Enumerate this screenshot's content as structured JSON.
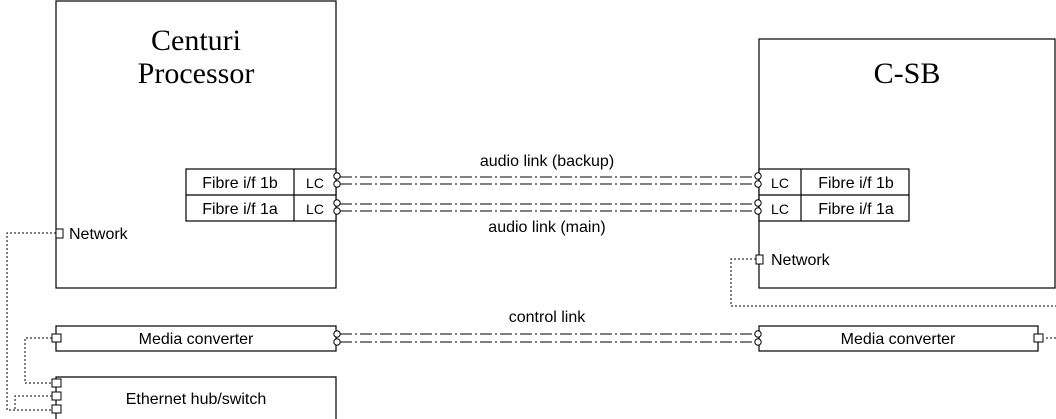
{
  "devices": {
    "centuri": {
      "title_line1": "Centuri",
      "title_line2": "Processor"
    },
    "csb": {
      "title": "C-SB"
    }
  },
  "fibre_interfaces": {
    "left_1b": {
      "name": "Fibre i/f 1b",
      "connector": "LC"
    },
    "left_1a": {
      "name": "Fibre i/f 1a",
      "connector": "LC"
    },
    "right_1b": {
      "name": "Fibre i/f 1b",
      "connector": "LC"
    },
    "right_1a": {
      "name": "Fibre i/f 1a",
      "connector": "LC"
    }
  },
  "ports": {
    "centuri_network": "Network",
    "csb_network": "Network"
  },
  "links": {
    "audio_backup": "audio link (backup)",
    "audio_main": "audio link (main)",
    "control": "control link"
  },
  "media_converters": {
    "left": "Media converter",
    "right": "Media converter"
  },
  "hub": {
    "label": "Ethernet hub/switch"
  }
}
